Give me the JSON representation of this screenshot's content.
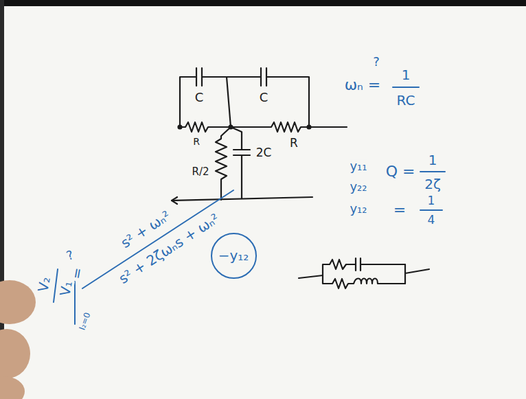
{
  "diagram": {
    "nodes": [
      {
        "text": [
          "−y₁₂"
        ]
      }
    ],
    "labels": [
      "C",
      "C",
      "R",
      "R",
      "R/2",
      "2C",
      "?",
      "ωₙ =",
      "1",
      "RC",
      "y₁₁",
      "y₂₂",
      "y₁₂",
      "Q =",
      "1",
      "2ζ",
      "=",
      "1",
      "4",
      "?",
      "=",
      "V₂",
      "V₁",
      "I₂=0",
      "s² + ωₙ²",
      "s² + 2ζωₙs + ωₙ²"
    ]
  }
}
